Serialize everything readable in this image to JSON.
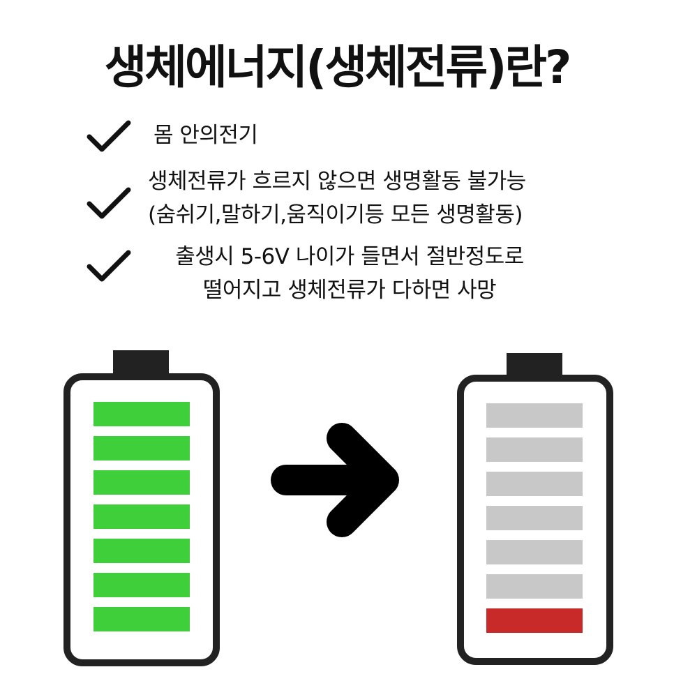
{
  "title": "생체에너지(생체전류)란?",
  "bullets": [
    {
      "icon": "check-icon",
      "lines": [
        "몸 안의전기"
      ]
    },
    {
      "icon": "check-icon",
      "lines": [
        "생체전류가 흐르지 않으면 생명활동 불가능",
        "(숨쉬기,말하기,움직이기등 모든 생명활동)"
      ]
    },
    {
      "icon": "check-icon",
      "lines": [
        "출생시 5-6V 나이가 들면서 절반정도로",
        "떨어지고 생체전류가 다하면 사망"
      ]
    }
  ],
  "illustration": {
    "full_battery": {
      "charge_fraction": 1.0,
      "bar_color": "#3fcf3a",
      "segments_filled": 7,
      "segments_total": 7
    },
    "arrow_icon": "right-arrow-icon",
    "empty_battery": {
      "charge_fraction": 0.14,
      "low_bar_color": "#c82a2a",
      "empty_bar_color": "#c8c8c8",
      "segments_filled": 1,
      "segments_total": 7
    },
    "outline_color": "#222222"
  }
}
